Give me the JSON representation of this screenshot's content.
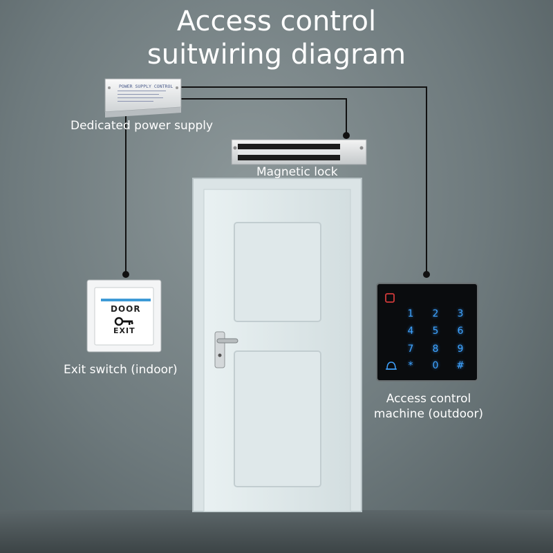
{
  "title": {
    "line1": "Access control",
    "line2": "suitwiring diagram"
  },
  "components": {
    "power_supply": {
      "label": "Dedicated power supply",
      "panel_text": "POWER SUPPLY CONTROL"
    },
    "magnetic_lock": {
      "label": "Magnetic lock"
    },
    "exit_switch": {
      "label": "Exit switch (indoor)",
      "top_text": "DOOR",
      "bottom_text": "EXIT",
      "icon": "key-icon"
    },
    "access_machine": {
      "label_line1": "Access control",
      "label_line2": "machine (outdoor)",
      "keys": [
        "1",
        "2",
        "3",
        "4",
        "5",
        "6",
        "7",
        "8",
        "9",
        "*",
        "0",
        "#"
      ],
      "icons": [
        "card-reader-icon",
        "bell-icon"
      ]
    }
  },
  "colors": {
    "background": "#6e7a7d",
    "wire": "#111111",
    "text": "#ffffff",
    "keypad_glow": "#3fa3ff",
    "reader_red": "#d23a3a"
  }
}
